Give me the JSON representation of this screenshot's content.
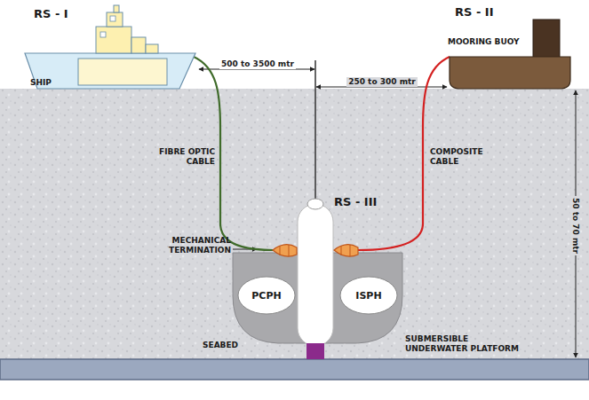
{
  "diagram": {
    "nodes": [
      {
        "text": [
          "RS - I",
          "SHIP"
        ]
      },
      {
        "text": [
          "RS - II",
          "MOORING BUOY"
        ]
      },
      {
        "text": [
          "RS - III",
          "SUBMERSIBLE UNDERWATER PLATFORM"
        ]
      },
      {
        "text": [
          "PCPH"
        ],
        "in": 2
      },
      {
        "text": [
          "ISPH"
        ],
        "in": 2
      }
    ],
    "edges": [
      {
        "from": 0,
        "to": 2,
        "arrow": "none",
        "label": "FIBRE OPTIC CABLE"
      },
      {
        "from": 1,
        "to": 2,
        "arrow": "none",
        "label": "COMPOSITE CABLE"
      }
    ],
    "labels": [
      "500 to 3500 mtr",
      "250 to 300 mtr",
      "50 to 70 mtr",
      "MECHANICAL TERMINATION",
      "SEABED"
    ]
  }
}
